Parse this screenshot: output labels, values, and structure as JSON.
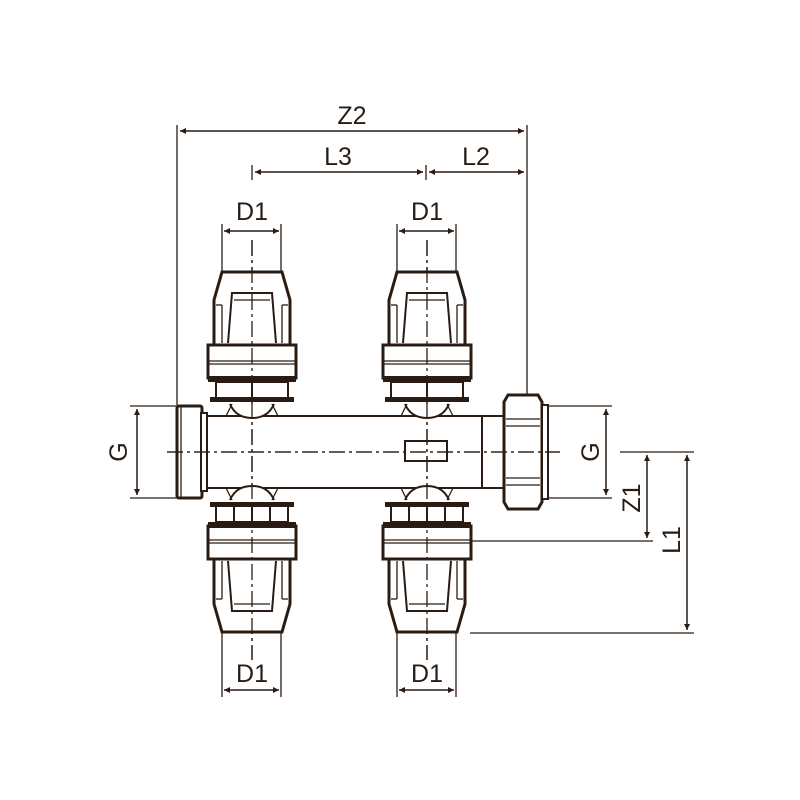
{
  "drawing": {
    "title": "Manifold with 4 push-fit outlets — dimension drawing",
    "stroke_color": "#2a1c12",
    "background": "#ffffff"
  },
  "dimensions": {
    "z2": "Z2",
    "l3": "L3",
    "l2": "L2",
    "d1_top_left": "D1",
    "d1_top_right": "D1",
    "d1_bottom_left": "D1",
    "d1_bottom_right": "D1",
    "g_left": "G",
    "g_right": "G",
    "z1": "Z1",
    "l1": "L1"
  }
}
